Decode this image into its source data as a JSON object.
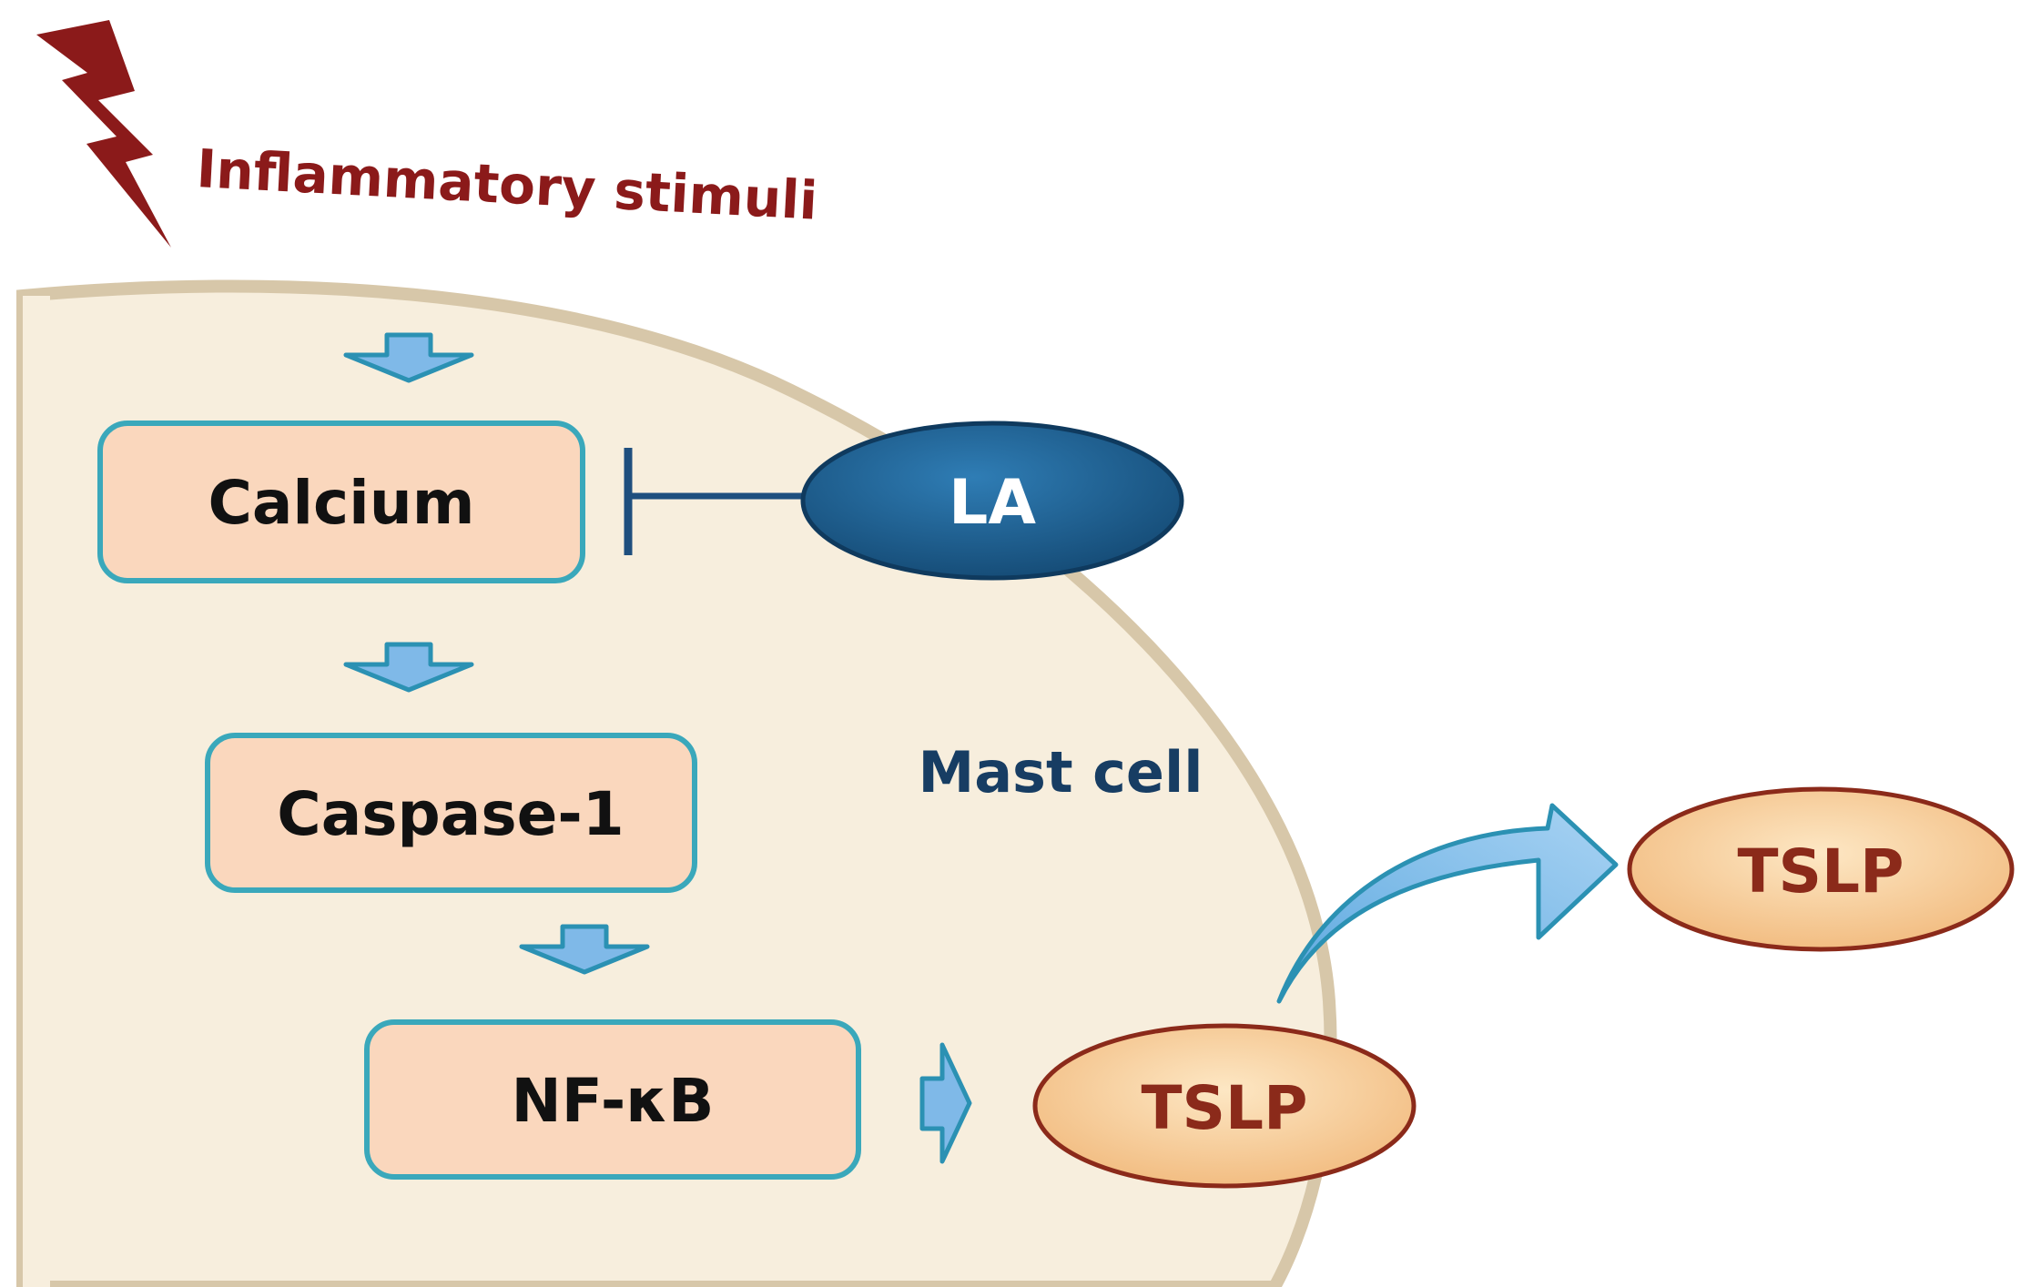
{
  "stimulus": {
    "label": "Inflammatory stimuli",
    "icon": "lightning-bolt-icon"
  },
  "cell": {
    "label": "Mast cell"
  },
  "nodes": {
    "calcium": "Calcium",
    "caspase": "Caspase-1",
    "nfkb": "NF-κB",
    "inhibitor": "LA",
    "tslp_inside": "TSLP",
    "tslp_outside": "TSLP"
  },
  "colors": {
    "stimulus_red": "#8b1a1a",
    "cell_fill": "#f7eedd",
    "cell_border": "#d7c7a9",
    "box_fill": "#fad7bd",
    "box_border": "#3aa8bb",
    "arrow_fill": "#7fb9e8",
    "arrow_border": "#2b91b3",
    "la_fill": "#1f5f8f",
    "tslp_fill": "#f6cf9a",
    "tslp_border": "#8b2a1a",
    "text_dark": "#111111",
    "mast_label": "#173d63"
  }
}
